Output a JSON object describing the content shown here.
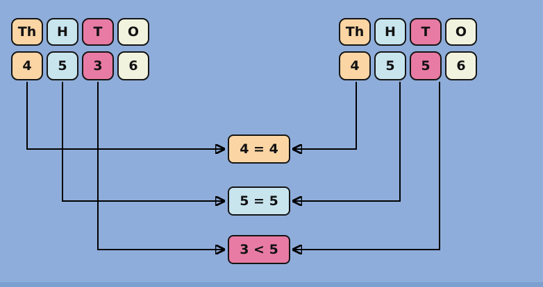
{
  "diagram": {
    "left_number": {
      "headers": [
        "Th",
        "H",
        "T",
        "O"
      ],
      "digits": [
        "4",
        "5",
        "3",
        "6"
      ]
    },
    "right_number": {
      "headers": [
        "Th",
        "H",
        "T",
        "O"
      ],
      "digits": [
        "4",
        "5",
        "5",
        "6"
      ]
    },
    "comparisons": [
      {
        "label": "4 = 4"
      },
      {
        "label": "5 = 5"
      },
      {
        "label": "3 < 5"
      }
    ],
    "arrows": [
      {
        "from": "left-thousands-digit",
        "to": "comparison-thousands"
      },
      {
        "from": "left-hundreds-digit",
        "to": "comparison-hundreds"
      },
      {
        "from": "left-tens-digit",
        "to": "comparison-tens"
      },
      {
        "from": "right-thousands-digit",
        "to": "comparison-thousands"
      },
      {
        "from": "right-hundreds-digit",
        "to": "comparison-hundreds"
      },
      {
        "from": "right-tens-digit",
        "to": "comparison-tens"
      }
    ]
  },
  "colors": {
    "background": "#8fadda",
    "thousands": "#fbd5a4",
    "hundreds": "#c8e5ee",
    "tens": "#e87ba3",
    "ones": "#f1f3de",
    "border": "#141414",
    "arrow": "#000000",
    "bottom_edge": "#7ba0d0"
  }
}
